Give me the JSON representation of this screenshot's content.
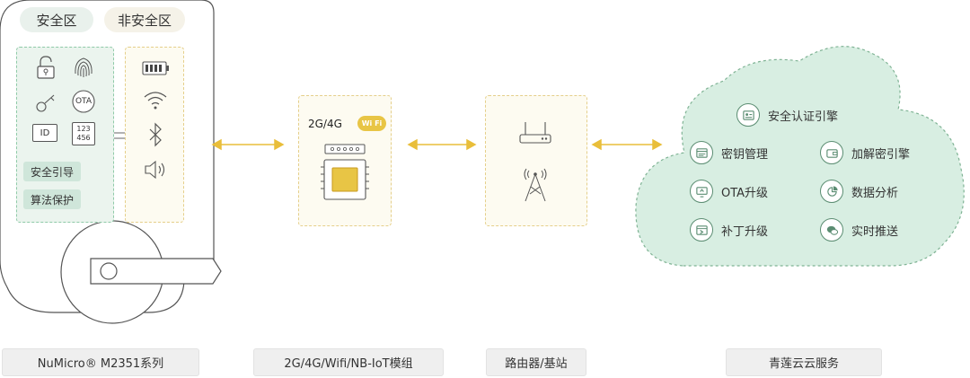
{
  "lock": {
    "secure_zone": "安全区",
    "non_secure_zone": "非安全区",
    "ota_text": "OTA",
    "id_text": "ID",
    "keypad_digits_1": "123",
    "keypad_digits_2": "456",
    "tag_secure_boot": "安全引导",
    "tag_algo_protect": "算法保护"
  },
  "module": {
    "network_label": "2G/4G",
    "wifi_badge": "Wi Fi"
  },
  "cloud": {
    "services": [
      {
        "label": "安全认证引擎",
        "icon": "id-card-icon"
      },
      {
        "label": "密钥管理",
        "icon": "key-folder-icon"
      },
      {
        "label": "加解密引擎",
        "icon": "wallet-icon"
      },
      {
        "label": "OTA升级",
        "icon": "monitor-upgrade-icon"
      },
      {
        "label": "数据分析",
        "icon": "pie-chart-icon"
      },
      {
        "label": "补丁升级",
        "icon": "patch-window-icon"
      },
      {
        "label": "实时推送",
        "icon": "chat-bubbles-icon"
      }
    ]
  },
  "labels": {
    "numicro": "NuMicro® M2351系列",
    "module": "2G/4G/Wifi/NB-IoT模组",
    "router": "路由器/基站",
    "cloud": "青莲云云服务"
  },
  "colors": {
    "accent_green": "#5b8d72",
    "cloud_fill": "#d8eee2",
    "arrow_yellow": "#e9be3a",
    "chip_gold": "#c99a1e"
  }
}
